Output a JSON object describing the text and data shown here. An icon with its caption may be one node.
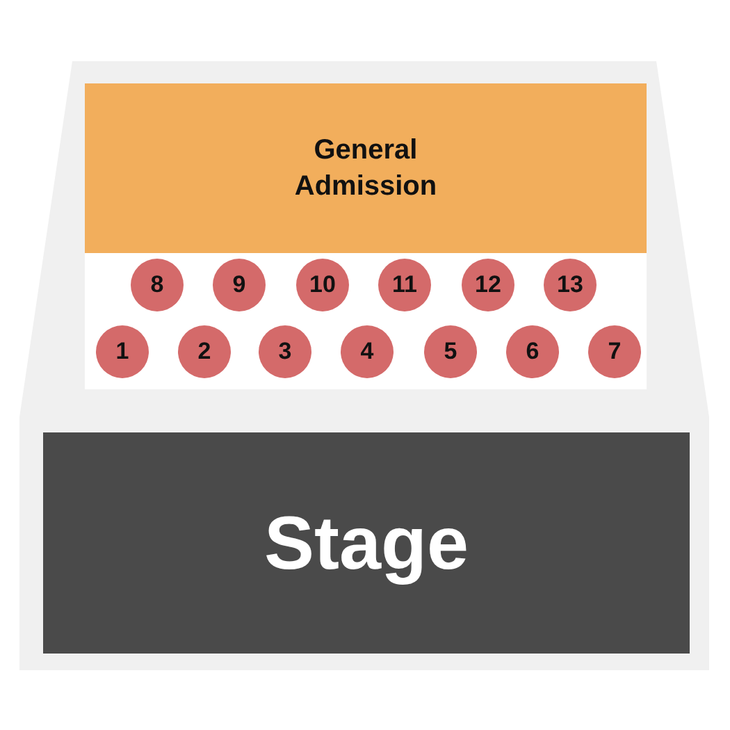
{
  "diagram": {
    "nodes": [
      {
        "text": [
          "General Admission"
        ]
      },
      {
        "text": [
          "8"
        ]
      },
      {
        "text": [
          "9"
        ]
      },
      {
        "text": [
          "10"
        ]
      },
      {
        "text": [
          "11"
        ]
      },
      {
        "text": [
          "12"
        ]
      },
      {
        "text": [
          "13"
        ]
      },
      {
        "text": [
          "1"
        ]
      },
      {
        "text": [
          "2"
        ]
      },
      {
        "text": [
          "3"
        ]
      },
      {
        "text": [
          "4"
        ]
      },
      {
        "text": [
          "5"
        ]
      },
      {
        "text": [
          "6"
        ]
      },
      {
        "text": [
          "7"
        ]
      },
      {
        "text": [
          "Stage"
        ]
      }
    ]
  }
}
